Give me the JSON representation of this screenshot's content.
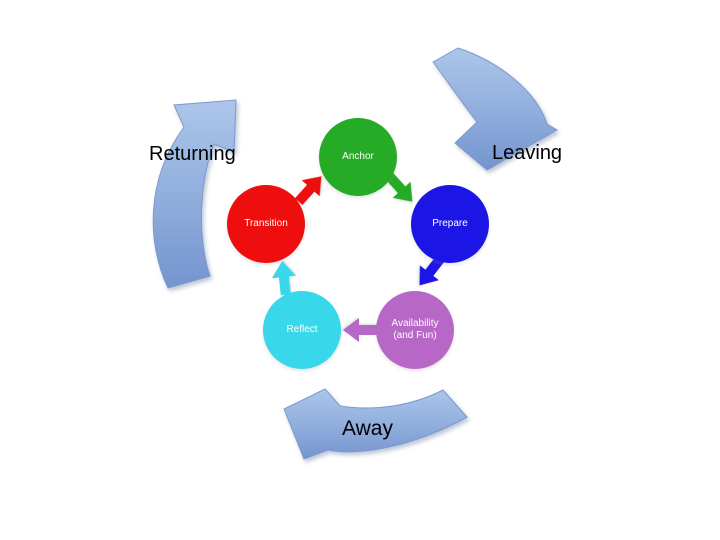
{
  "diagram": {
    "stages": [
      {
        "name": "Anchor",
        "color": "#26AB26"
      },
      {
        "name": "Prepare",
        "color": "#1B16E6"
      },
      {
        "name": "Availability",
        "name_line2": "(and Fun)",
        "color": "#B767C6"
      },
      {
        "name": "Reflect",
        "color": "#38D8EA"
      },
      {
        "name": "Transition",
        "color": "#EE0E0E"
      }
    ],
    "phase_labels": {
      "returning": "Returning",
      "leaving": "Leaving",
      "away": "Away"
    },
    "big_arrow_colors": {
      "light": "#ACC6EA",
      "mid": "#8FACDC",
      "dark": "#7394CE",
      "edge": "#7E99CE"
    }
  }
}
